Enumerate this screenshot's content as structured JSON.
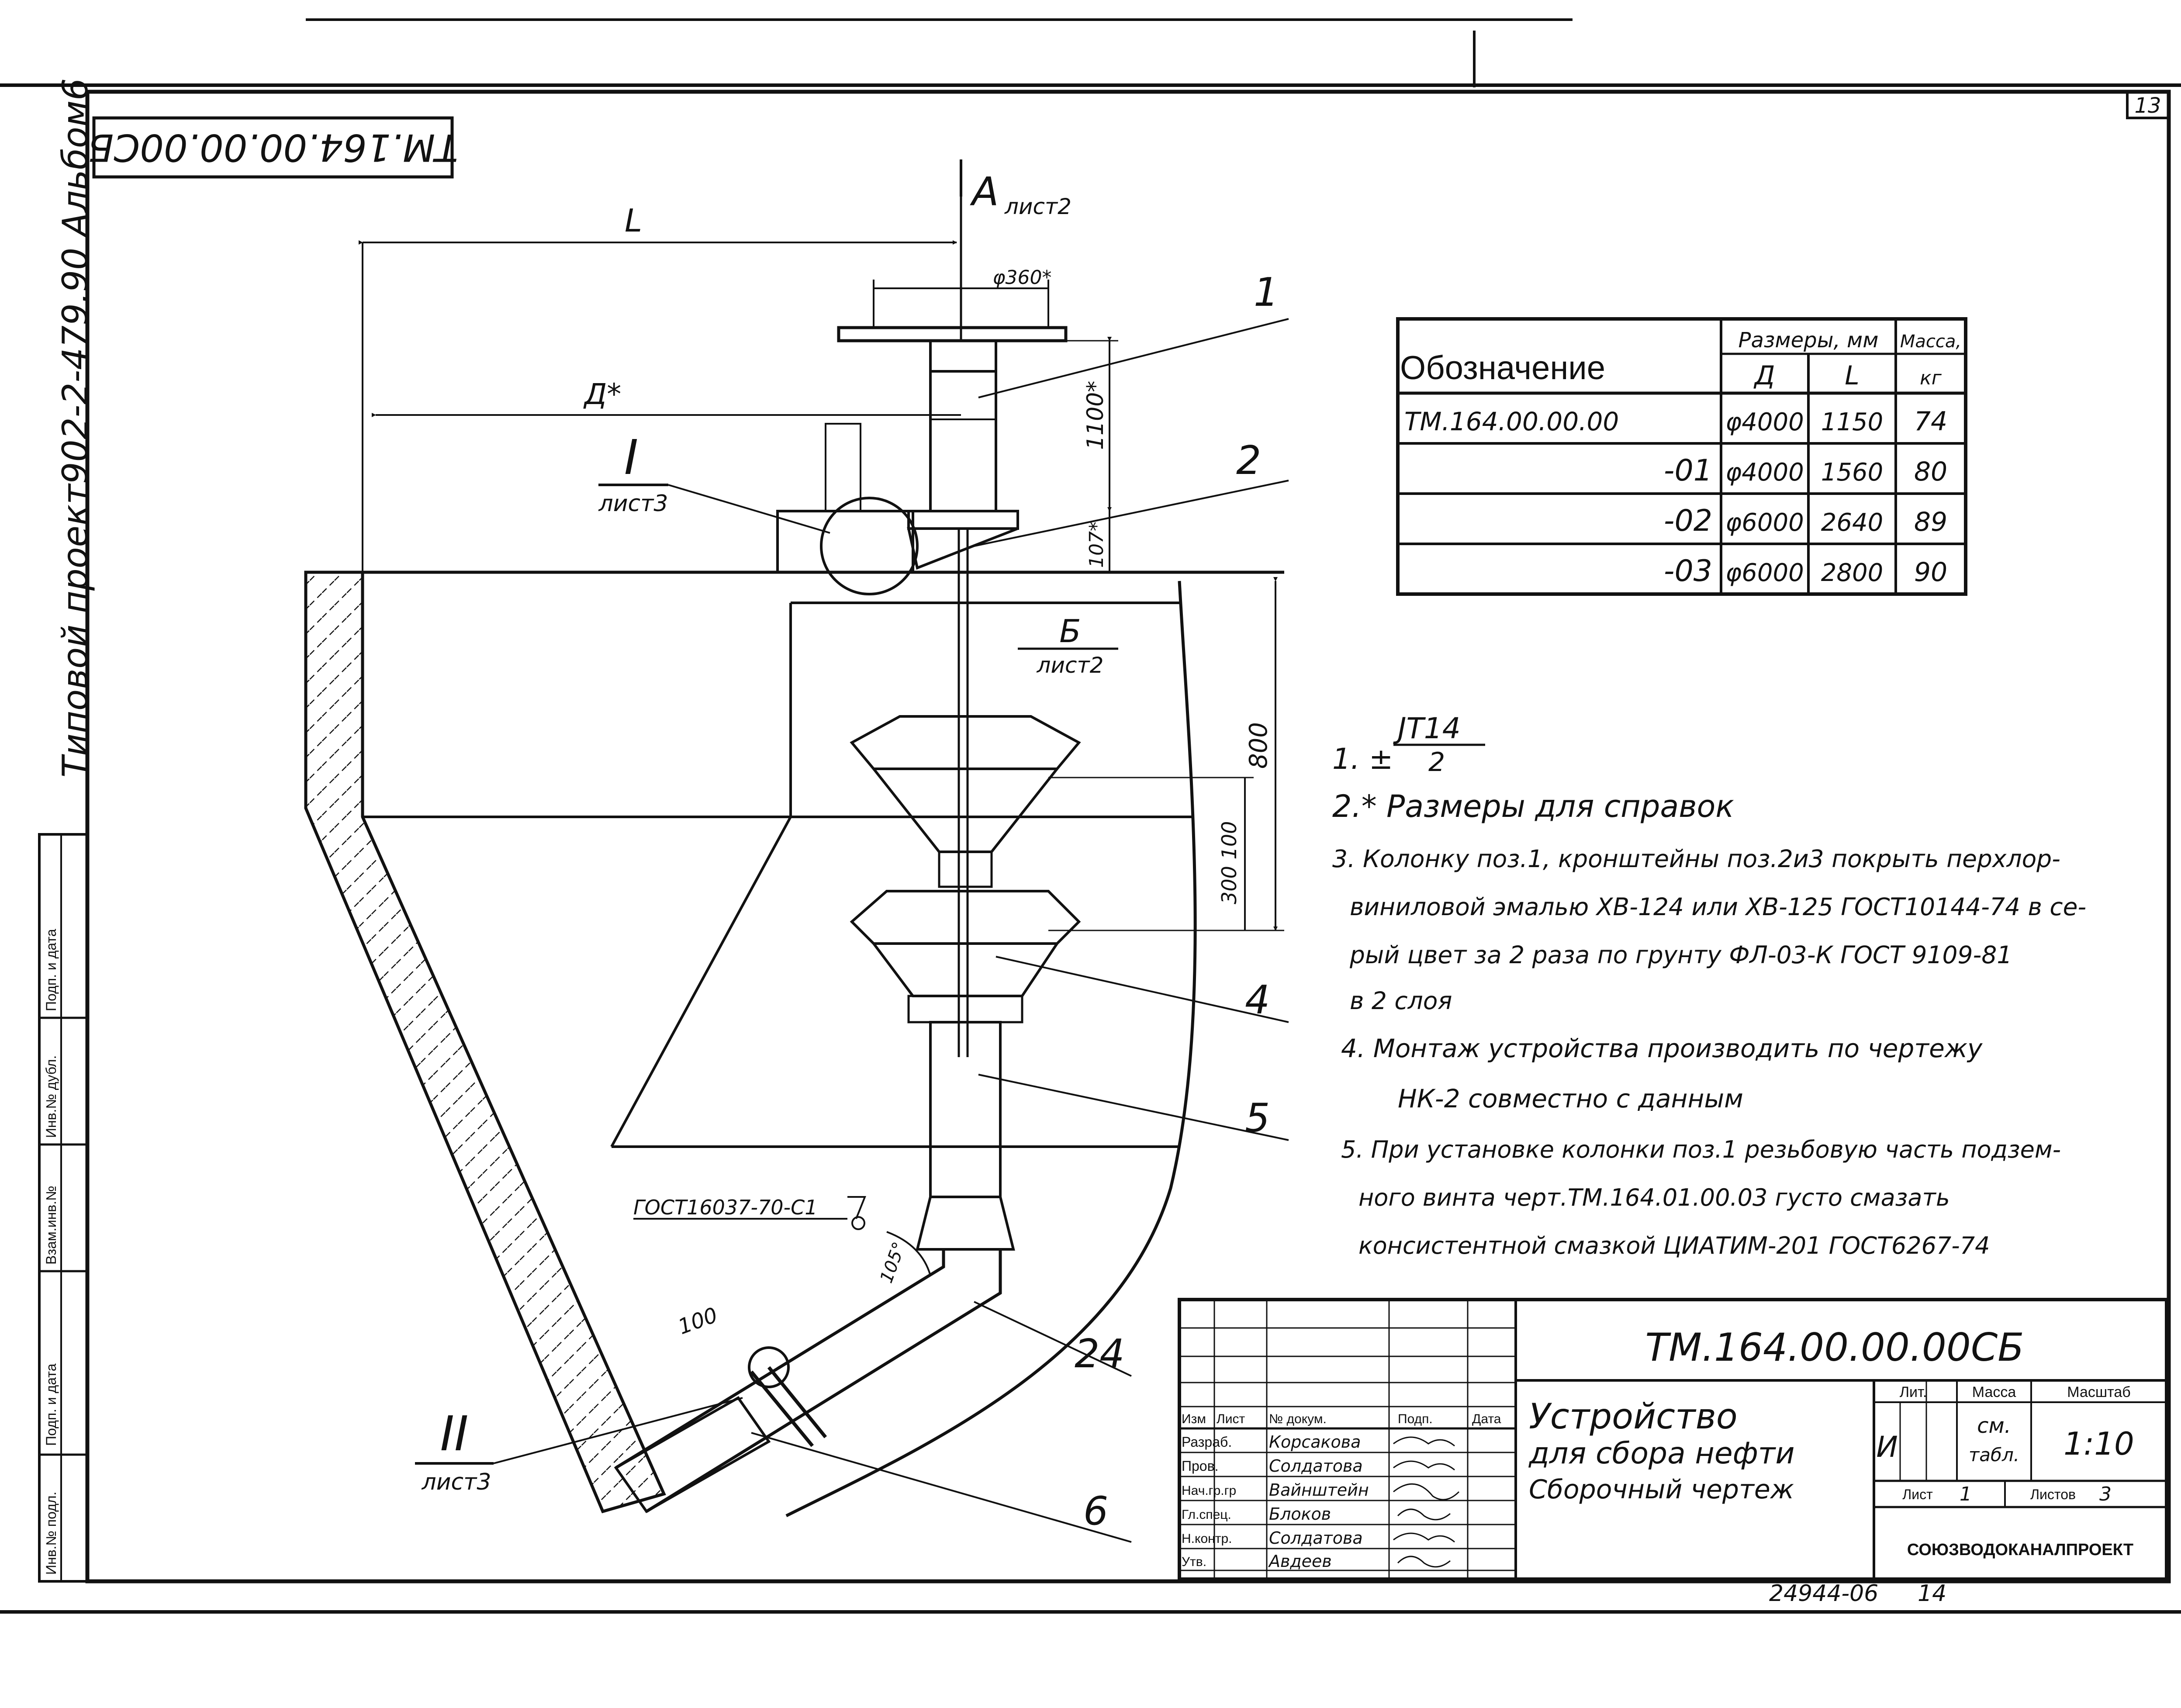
{
  "sheet": {
    "sheet_no": "13",
    "bottom_code": "24944-06",
    "bottom_page": "14"
  },
  "side_stamp": {
    "code": "ТМ.164.00.00.00СБ",
    "project": "Типовой проект902-2-479.90 Альбом6"
  },
  "left_strip": [
    "Инв.№ подл.",
    "Подп. и дата",
    "Взам.инв.№",
    "Инв.№ дубл.",
    "Подп. и дата"
  ],
  "drawing": {
    "section_A": "А",
    "section_A_sheet": "лист2",
    "dim_L": "L",
    "dim_D": "Д*",
    "dim_phi360": "φ360*",
    "dim_1100": "1100*",
    "dim_107": "107*",
    "dim_800": "800",
    "dim_300": "300 100",
    "dim_100": "100",
    "dim_105": "105°",
    "view_I": "I",
    "view_I_sheet": "лист3",
    "view_II": "II",
    "view_II_sheet": "лист3",
    "view_B": "Б",
    "view_B_sheet": "лист2",
    "gost_note": "ГОСТ16037-70-С1",
    "positions": [
      "1",
      "2",
      "4",
      "5",
      "24",
      "6"
    ]
  },
  "spec_table": {
    "col_name": "Обозначение",
    "col_dims": "Размеры, мм",
    "col_mass": "Масса,",
    "col_mass_unit": "кг",
    "col_d": "Д",
    "col_l": "L",
    "rows": [
      {
        "name": "ТМ.164.00.00.00",
        "d": "φ4000",
        "l": "1150",
        "mass": "74"
      },
      {
        "name": "-01",
        "d": "φ4000",
        "l": "1560",
        "mass": "80"
      },
      {
        "name": "-02",
        "d": "φ6000",
        "l": "2640",
        "mass": "89"
      },
      {
        "name": "-03",
        "d": "φ6000",
        "l": "2800",
        "mass": "90"
      }
    ]
  },
  "notes": {
    "n1_prefix": "1. ±",
    "n1_num": "JT14",
    "n1_den": "2",
    "lines": [
      "2.* Размеры  для  справок",
      "3. Колонку поз.1, кронштейны поз.2и3 покрыть перхлор-",
      "виниловой эмалью ХВ-124 или ХВ-125 ГОСТ10144-74 в се-",
      "рый цвет за 2 раза по грунту ФЛ-03-К ГОСТ 9109-81",
      "в 2 слоя",
      "4. Монтаж устройства производить по чертежу",
      "НК-2     совместно  с данным",
      "5. При установке колонки поз.1 резьбовую часть подзем-",
      "ного винта черт.ТМ.164.01.00.03 густо смазать",
      "консистентной смазкой ЦИАТИМ-201 ГОСТ6267-74"
    ]
  },
  "title_block": {
    "code": "ТМ.164.00.00.00СБ",
    "title_line1": "Устройство",
    "title_line2": "для сбора нефти",
    "title_line3": "Сборочный чертеж",
    "header_izm": "Изм",
    "header_list": "Лист",
    "header_doc": "№ докум.",
    "header_sign": "Подп.",
    "header_date": "Дата",
    "roles": [
      "Разраб.",
      "Пров.",
      "Нач.гр.гр",
      "Гл.спец.",
      "Н.контр.",
      "Утв."
    ],
    "names": [
      "Корсакова",
      "Солдатова",
      "Вайнштейн",
      "Блоков",
      "Солдатова",
      "Авдеев"
    ],
    "lit_label": "Лит.",
    "mass_label": "Масса",
    "scale_label": "Масштаб",
    "lit_value": "И",
    "mass_value_1": "см.",
    "mass_value_2": "табл.",
    "scale_value": "1:10",
    "sheet_label": "Лист",
    "sheet_value": "1",
    "sheets_label": "Листов",
    "sheets_value": "3",
    "org": "СОЮЗВОДОКАНАЛПРОЕКТ"
  }
}
